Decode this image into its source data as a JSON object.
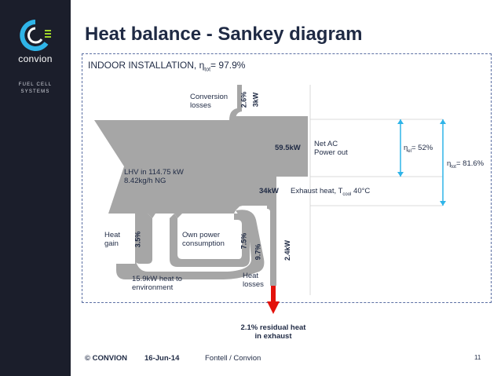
{
  "brand": {
    "name": "convion",
    "subtitle_line1": "FUEL CELL",
    "subtitle_line2": "SYSTEMS"
  },
  "title": "Heat balance - Sankey diagram",
  "subtitle": {
    "prefix": "INDOOR INSTALLATION, η",
    "sub": "tot",
    "suffix": "= 97.9%"
  },
  "labels": {
    "conversion_line1": "Conversion",
    "conversion_line2": "losses",
    "conversion_pct": "2.6%",
    "conversion_kw": "3kW",
    "net_ac_kw": "59.5kW",
    "net_ac_line1": "Net AC",
    "net_ac_line2": "Power out",
    "eta_el_prefix": "η",
    "eta_el_sub": "el",
    "eta_el_suffix": "= 52%",
    "eta_tot_prefix": "η",
    "eta_tot_sub": "tot",
    "eta_tot_suffix": "= 81.6%",
    "lhv_line1": "LHV in 114.75 kW",
    "lhv_line2": "8.42kg/h NG",
    "exhaust_kw": "34kW",
    "exhaust_prefix": "Exhaust heat, T",
    "exhaust_sub": "cool",
    "exhaust_suffix": " 40°C",
    "heat_gain_line1": "Heat",
    "heat_gain_line2": "gain",
    "heat_gain_pct": "3.5%",
    "own_power_line1": "Own power",
    "own_power_line2": "consumption",
    "own_power_pct": "7.5%",
    "heat_losses_pct": "9.7%",
    "residual_kw": "2.4kW",
    "env_line1": "15.9kW heat to",
    "env_line2": "environment",
    "heat_losses_line1": "Heat",
    "heat_losses_line2": "losses",
    "residual_line1": "2.1% residual heat",
    "residual_line2": "in exhaust"
  },
  "footer": {
    "copyright": "© CONVION",
    "date": "16-Jun-14",
    "author": "Fontell / Convion",
    "page": "11"
  },
  "colors": {
    "flow": "#a6a6a6",
    "arrow": "#e3120b",
    "bracket": "#2fb4e8",
    "sidebar": "#1b1e2b",
    "title": "#1f2a44"
  }
}
